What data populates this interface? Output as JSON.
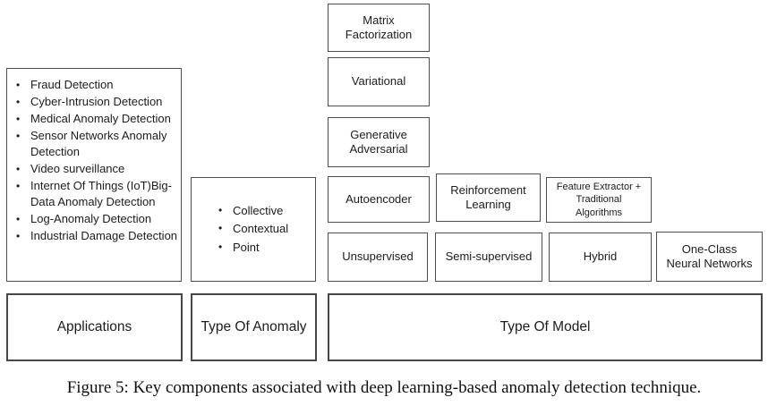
{
  "diagram": {
    "applications": {
      "label": "Applications",
      "items": [
        "Fraud Detection",
        "Cyber-Intrusion Detection",
        "Medical Anomaly Detection",
        "Sensor Networks Anomaly Detection",
        "Video surveillance",
        "Internet Of Things (IoT)Big- Data  Anomaly Detection",
        "Log-Anomaly Detection",
        "Industrial Damage Detection"
      ]
    },
    "anomaly": {
      "label": "Type Of Anomaly",
      "items": [
        "Collective",
        "Contextual",
        "Point"
      ]
    },
    "model": {
      "label": "Type Of Model",
      "boxes": [
        {
          "id": "matrix-factorization",
          "label": "Matrix Factorization"
        },
        {
          "id": "variational",
          "label": "Variational"
        },
        {
          "id": "generative-adversarial",
          "label": "Generative Adversarial"
        },
        {
          "id": "autoencoder",
          "label": "Autoencoder"
        },
        {
          "id": "reinforcement-learning",
          "label": "Reinforcement Learning"
        },
        {
          "id": "feature-extractor-traditional-algorithms",
          "label": "Feature Extractor + Traditional Algorithms"
        },
        {
          "id": "unsupervised",
          "label": "Unsupervised"
        },
        {
          "id": "semi-supervised",
          "label": "Semi-supervised"
        },
        {
          "id": "hybrid",
          "label": "Hybrid"
        },
        {
          "id": "one-class-neural-networks",
          "label": "One-Class Neural Networks"
        }
      ]
    }
  },
  "caption": "Figure 5: Key components associated with deep learning-based anomaly detection technique.",
  "bullet_glyph": "•",
  "colors": {
    "border": "#4f4f4f",
    "text": "#1c1c1c",
    "background": "#ffffff"
  }
}
